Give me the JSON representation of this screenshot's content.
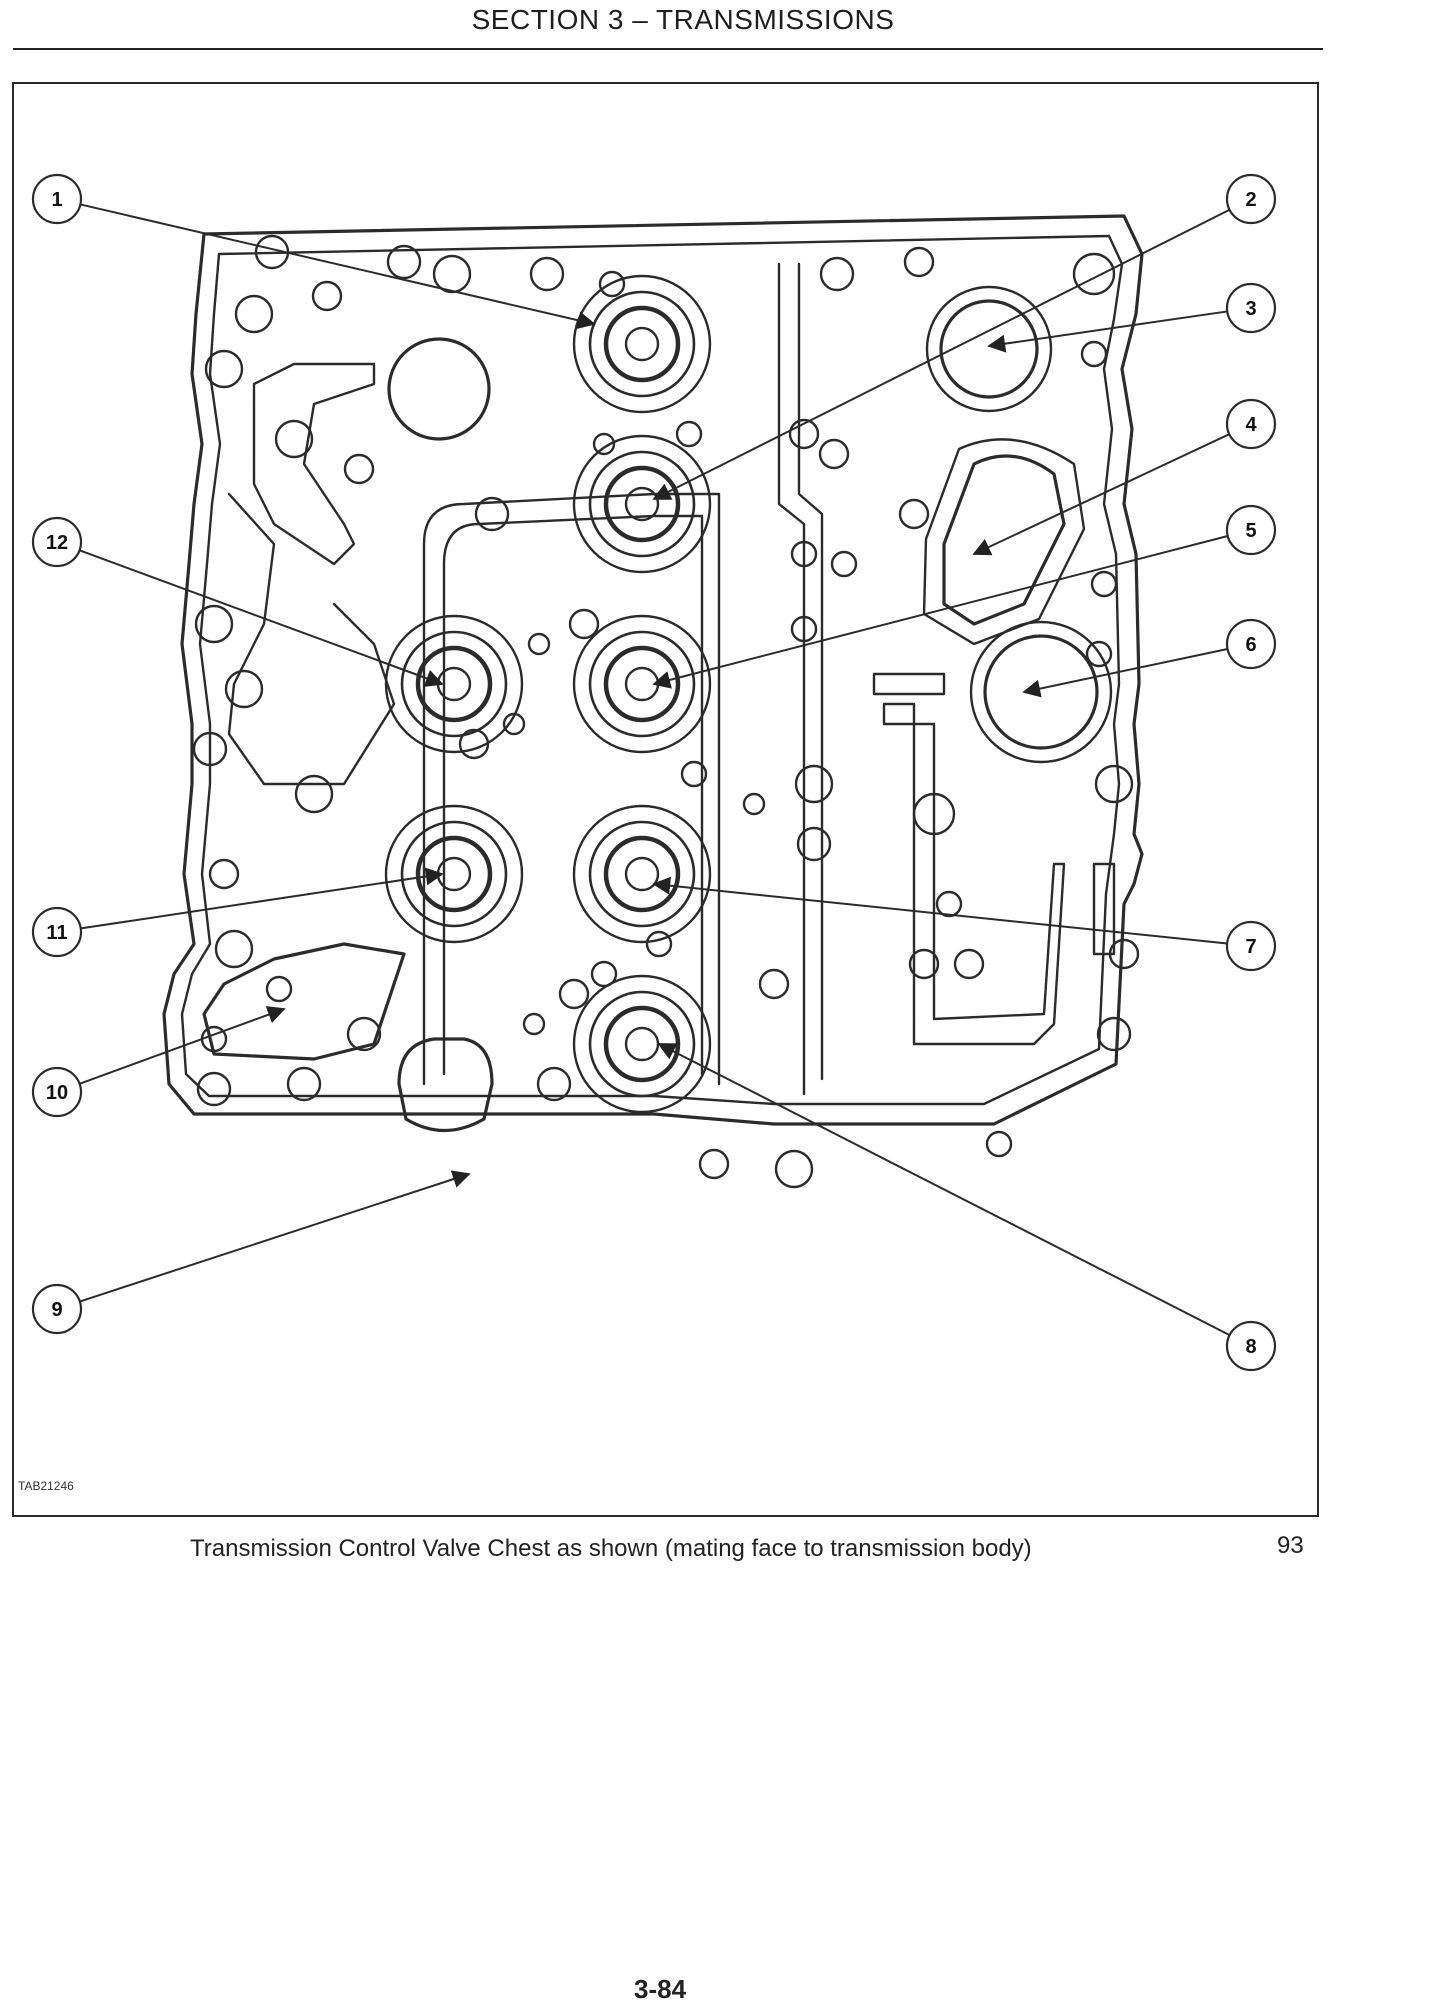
{
  "header": {
    "section_title": "SECTION 3 – TRANSMISSIONS"
  },
  "figure": {
    "code": "TAB21246",
    "caption": "Transmission Control Valve Chest as shown (mating face to transmission body)",
    "number": "93",
    "callouts": [
      "1",
      "2",
      "3",
      "4",
      "5",
      "6",
      "7",
      "8",
      "9",
      "10",
      "11",
      "12"
    ]
  },
  "page": {
    "number": "3-84"
  }
}
